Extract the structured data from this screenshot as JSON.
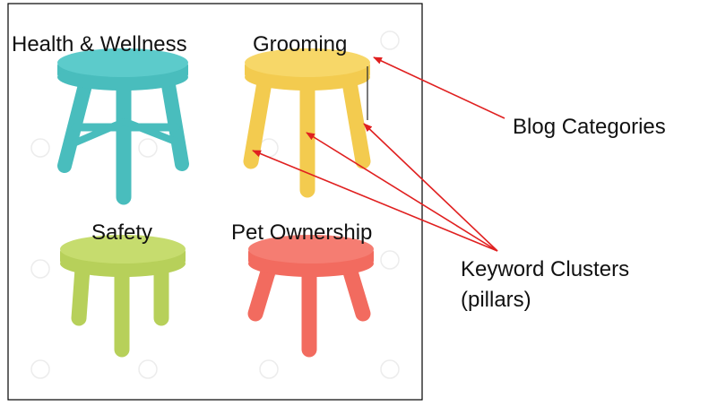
{
  "stools": [
    {
      "label": "Health & Wellness",
      "color": "#49BDBD",
      "top_color": "#5ccbcb"
    },
    {
      "label": "Grooming",
      "color": "#F3CB4F",
      "top_color": "#f7d768"
    },
    {
      "label": "Safety",
      "color": "#B7D05A",
      "top_color": "#c6dc6e"
    },
    {
      "label": "Pet Ownership",
      "color": "#F26B5F",
      "top_color": "#f57d72"
    }
  ],
  "annotations": {
    "blog_categories": "Blog Categories",
    "keyword_clusters_line1": "Keyword Clusters",
    "keyword_clusters_line2": "(pillars)"
  },
  "colors": {
    "arrow": "#E02020",
    "frame": "#000000",
    "watermark": "#e6e6e6"
  }
}
